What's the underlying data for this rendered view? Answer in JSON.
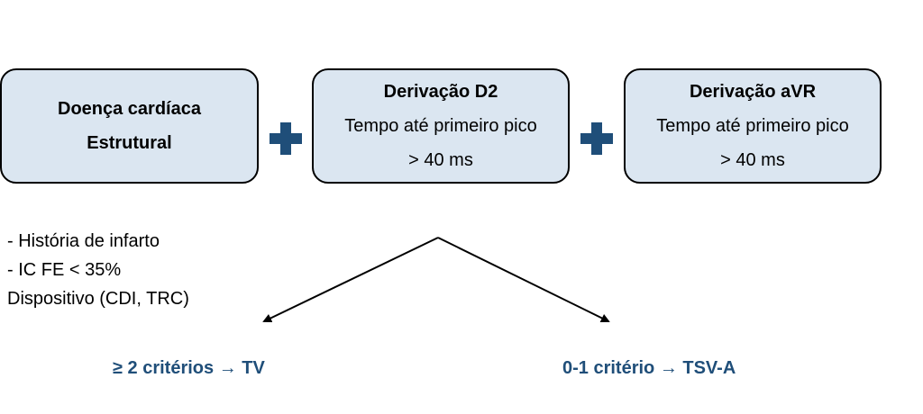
{
  "boxes": [
    {
      "line1": "Doença cardíaca",
      "line2": "Estrutural"
    },
    {
      "title": "Derivação D2",
      "line1": "Tempo até primeiro pico",
      "line2": "> 40 ms"
    },
    {
      "title": "Derivação aVR",
      "line1": "Tempo até primeiro pico",
      "line2": "> 40 ms"
    }
  ],
  "criteria": [
    "- História de infarto",
    "- IC FE < 35%",
    "Dispositivo (CDI, TRC)"
  ],
  "outcomes": {
    "left": "≥ 2 critérios → TV",
    "right": "0-1 critério → TSV-A"
  },
  "colors": {
    "box_fill": "#dbe6f1",
    "accent": "#1f4e79"
  }
}
